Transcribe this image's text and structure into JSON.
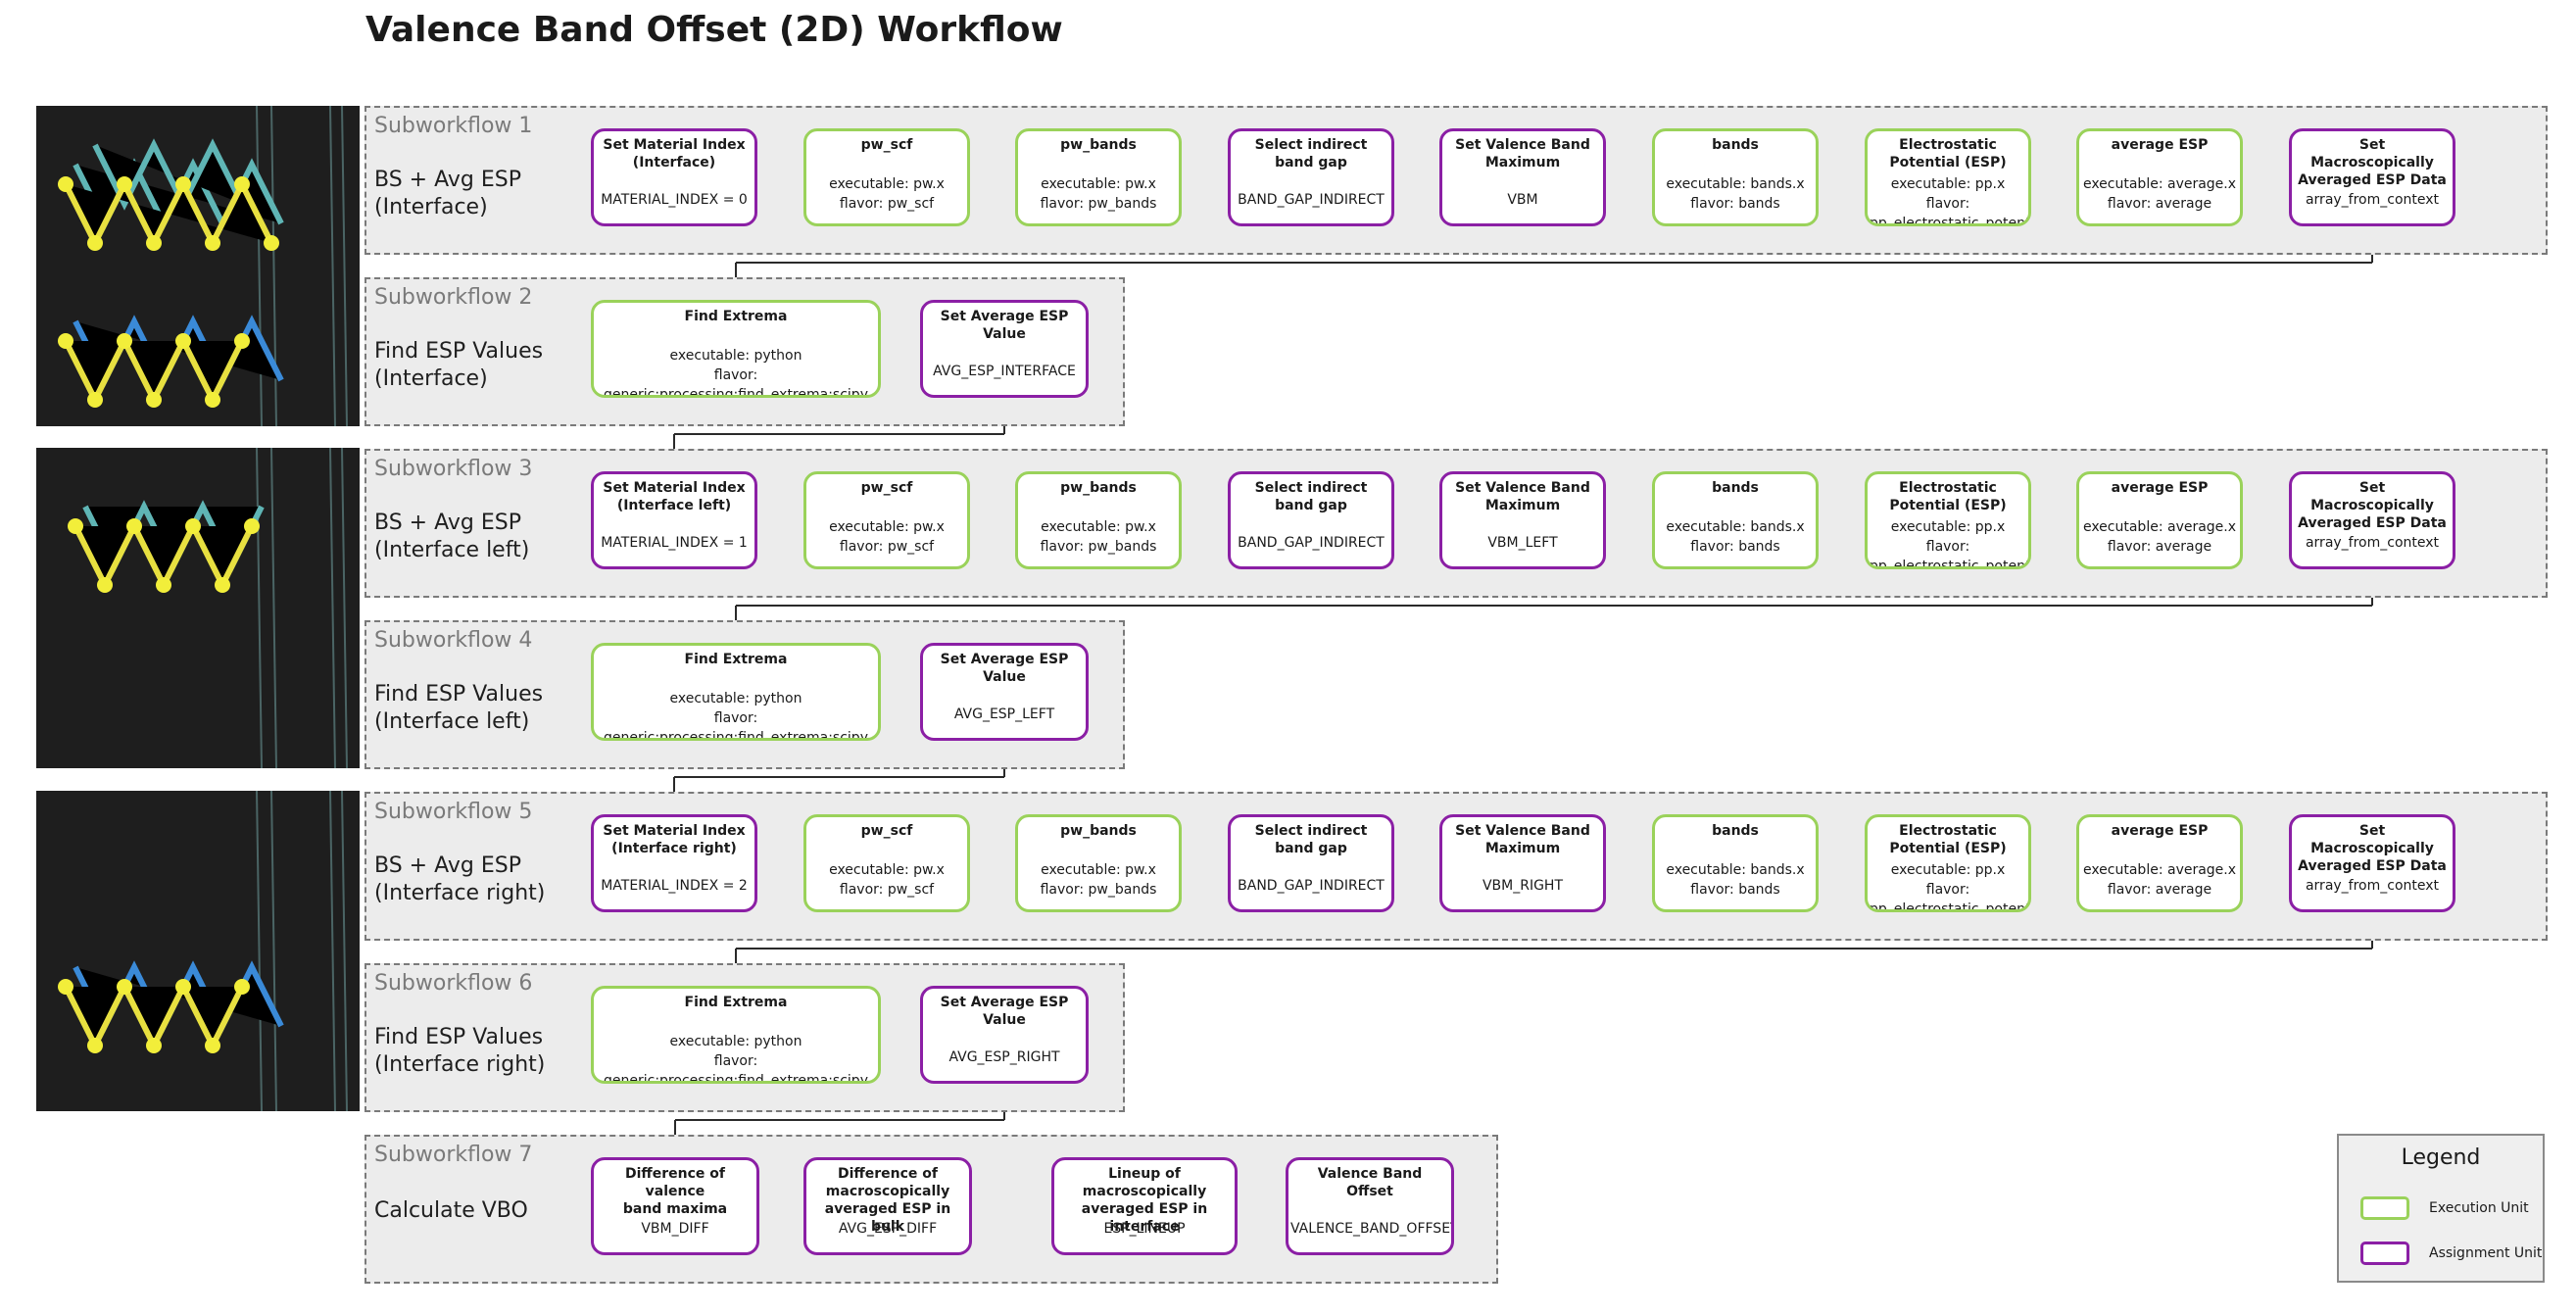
{
  "title": "Valence Band Offset (2D) Workflow",
  "colors": {
    "execution_border": "#9ad25a",
    "assignment_border": "#8b1fa5",
    "subworkflow_bg": "#ececec"
  },
  "subworkflows": [
    {
      "label": "Subworkflow 1",
      "desc": "BS + Avg ESP\n(Interface)",
      "units": [
        {
          "type": "assignment",
          "title": "Set Material Index\n(Interface)",
          "detail": "MATERIAL_INDEX = 0"
        },
        {
          "type": "execution",
          "title": "pw_scf",
          "detail": "executable: pw.x\nflavor: pw_scf"
        },
        {
          "type": "execution",
          "title": "pw_bands",
          "detail": "executable: pw.x\nflavor: pw_bands"
        },
        {
          "type": "assignment",
          "title": "Select indirect\nband gap",
          "detail": "BAND_GAP_INDIRECT"
        },
        {
          "type": "assignment",
          "title": "Set Valence Band\nMaximum",
          "detail": "VBM"
        },
        {
          "type": "execution",
          "title": "bands",
          "detail": "executable: bands.x\nflavor: bands"
        },
        {
          "type": "execution",
          "title": "Electrostatic Potential (ESP)",
          "detail": "executable: pp.x\nflavor: pp_electrostatic_potential"
        },
        {
          "type": "execution",
          "title": "average ESP",
          "detail": "executable: average.x\nflavor: average"
        },
        {
          "type": "assignment",
          "title": "Set Macroscopically\nAveraged ESP Data",
          "detail": "array_from_context"
        }
      ]
    },
    {
      "label": "Subworkflow 2",
      "desc": "Find ESP Values\n(Interface)",
      "units": [
        {
          "type": "execution",
          "title": "Find Extrema",
          "detail": "executable: python\nflavor: generic:processing:find_extrema:scipy"
        },
        {
          "type": "assignment",
          "title": "Set Average ESP Value",
          "detail": "AVG_ESP_INTERFACE"
        }
      ]
    },
    {
      "label": "Subworkflow 3",
      "desc": "BS + Avg ESP\n(Interface left)",
      "units": [
        {
          "type": "assignment",
          "title": "Set Material Index\n(Interface left)",
          "detail": "MATERIAL_INDEX = 1"
        },
        {
          "type": "execution",
          "title": "pw_scf",
          "detail": "executable: pw.x\nflavor: pw_scf"
        },
        {
          "type": "execution",
          "title": "pw_bands",
          "detail": "executable: pw.x\nflavor: pw_bands"
        },
        {
          "type": "assignment",
          "title": "Select indirect\nband gap",
          "detail": "BAND_GAP_INDIRECT"
        },
        {
          "type": "assignment",
          "title": "Set Valence Band\nMaximum",
          "detail": "VBM_LEFT"
        },
        {
          "type": "execution",
          "title": "bands",
          "detail": "executable: bands.x\nflavor: bands"
        },
        {
          "type": "execution",
          "title": "Electrostatic Potential (ESP)",
          "detail": "executable: pp.x\nflavor: pp_electrostatic_potential"
        },
        {
          "type": "execution",
          "title": "average ESP",
          "detail": "executable: average.x\nflavor: average"
        },
        {
          "type": "assignment",
          "title": "Set Macroscopically\nAveraged ESP Data",
          "detail": "array_from_context"
        }
      ]
    },
    {
      "label": "Subworkflow 4",
      "desc": "Find ESP Values\n(Interface left)",
      "units": [
        {
          "type": "execution",
          "title": "Find Extrema",
          "detail": "executable: python\nflavor: generic:processing:find_extrema:scipy"
        },
        {
          "type": "assignment",
          "title": "Set Average ESP Value",
          "detail": "AVG_ESP_LEFT"
        }
      ]
    },
    {
      "label": "Subworkflow 5",
      "desc": "BS + Avg ESP\n(Interface right)",
      "units": [
        {
          "type": "assignment",
          "title": "Set Material Index\n(Interface right)",
          "detail": "MATERIAL_INDEX = 2"
        },
        {
          "type": "execution",
          "title": "pw_scf",
          "detail": "executable: pw.x\nflavor: pw_scf"
        },
        {
          "type": "execution",
          "title": "pw_bands",
          "detail": "executable: pw.x\nflavor: pw_bands"
        },
        {
          "type": "assignment",
          "title": "Select indirect\nband gap",
          "detail": "BAND_GAP_INDIRECT"
        },
        {
          "type": "assignment",
          "title": "Set Valence Band\nMaximum",
          "detail": "VBM_RIGHT"
        },
        {
          "type": "execution",
          "title": "bands",
          "detail": "executable: bands.x\nflavor: bands"
        },
        {
          "type": "execution",
          "title": "Electrostatic Potential (ESP)",
          "detail": "executable: pp.x\nflavor: pp_electrostatic_potential"
        },
        {
          "type": "execution",
          "title": "average ESP",
          "detail": "executable: average.x\nflavor: average"
        },
        {
          "type": "assignment",
          "title": "Set Macroscopically\nAveraged ESP Data",
          "detail": "array_from_context"
        }
      ]
    },
    {
      "label": "Subworkflow 6",
      "desc": "Find ESP Values\n(Interface right)",
      "units": [
        {
          "type": "execution",
          "title": "Find Extrema",
          "detail": "executable: python\nflavor: generic:processing:find_extrema:scipy"
        },
        {
          "type": "assignment",
          "title": "Set Average ESP Value",
          "detail": "AVG_ESP_RIGHT"
        }
      ]
    },
    {
      "label": "Subworkflow 7",
      "desc": "Calculate VBO",
      "units": [
        {
          "type": "assignment",
          "title": "Difference of valence\nband maxima",
          "detail": "VBM_DIFF"
        },
        {
          "type": "assignment",
          "title": "Difference of macroscopically\naveraged ESP in bulk",
          "detail": "AVG_ESP_DIFF"
        },
        {
          "type": "assignment",
          "title": "Lineup of macroscopically\naveraged ESP in interface",
          "detail": "ESP_LINEUP"
        },
        {
          "type": "assignment",
          "title": "Valence Band Offset",
          "detail": "VALENCE_BAND_OFFSET"
        }
      ]
    }
  ],
  "legend": {
    "title": "Legend",
    "items": [
      {
        "type": "execution",
        "label": "Execution Unit"
      },
      {
        "type": "assignment",
        "label": "Assignment Unit"
      }
    ]
  }
}
